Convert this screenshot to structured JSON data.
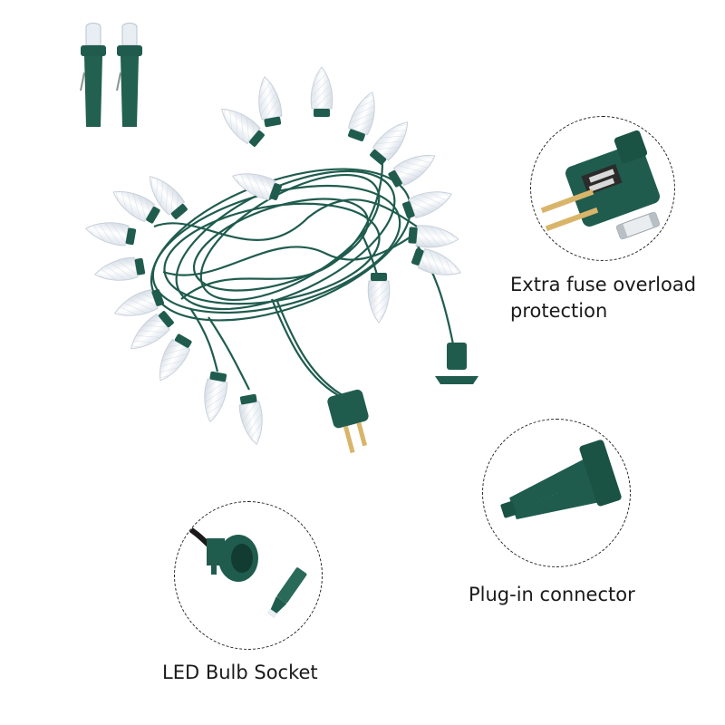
{
  "callouts": {
    "fuse": {
      "label_line1": "Extra fuse overload",
      "label_line2": "protection"
    },
    "connector": {
      "label": "Plug-in connector"
    },
    "socket": {
      "label": "LED Bulb Socket"
    }
  },
  "colors": {
    "wire_green": "#1f5c4e",
    "bulb_white": "#f2f6fa",
    "background": "#ffffff"
  },
  "icons": [
    "led-bulb-icon",
    "fuse-plug-icon",
    "connector-icon",
    "socket-icon"
  ]
}
